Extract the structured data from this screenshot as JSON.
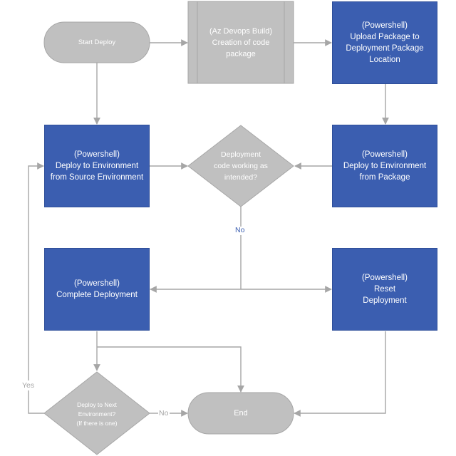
{
  "nodes": {
    "start": "Start Deploy",
    "build": "(Az Devops Build)\nCreation of code\npackage",
    "upload": "(Powershell)\nUpload Package to\nDeployment Package\nLocation",
    "deploy_source": "(Powershell)\nDeploy to Environment\nfrom Source Environment",
    "decision_working": "Deployment\ncode working as\nintended?",
    "deploy_package": "(Powershell)\nDeploy to Environment\nfrom Package",
    "complete": "(Powershell)\nComplete Deployment",
    "reset": "(Powershell)\nReset\nDeployment",
    "decision_next": "Deploy to Next\nEnvironment?\n(If there is one)",
    "end": "End"
  },
  "edge_labels": {
    "no_working": "No",
    "yes_next": "Yes",
    "no_next": "No"
  },
  "colors": {
    "process": "#3b5eb0",
    "terminal": "#c0c0c0",
    "connector": "#a6a6a6"
  }
}
